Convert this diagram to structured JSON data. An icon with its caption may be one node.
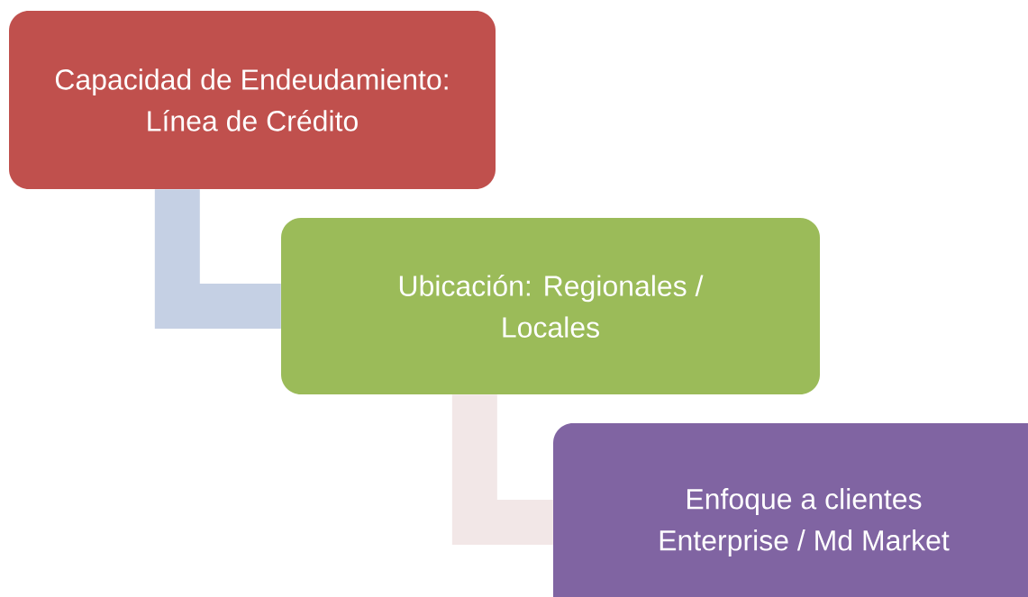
{
  "diagram": {
    "nodes": [
      {
        "text": [
          "Capacidad de Endeudamiento: Línea de Crédito"
        ]
      },
      {
        "text": [
          "Ubicación: Regionales / Locales"
        ]
      },
      {
        "text": [
          "Enfoque a clientes Enterprise / Md Market"
        ]
      }
    ],
    "edges": [
      {
        "from": 0,
        "to": 1,
        "arrow": "none",
        "color": "#c5d0e4"
      },
      {
        "from": 1,
        "to": 2,
        "arrow": "none",
        "color": "#f2e7e7"
      }
    ]
  }
}
